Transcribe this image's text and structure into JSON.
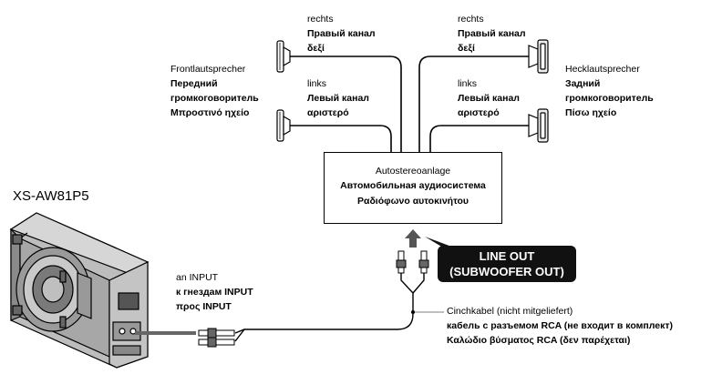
{
  "speakers": {
    "front_right": {
      "lines": [
        "rechts",
        "Правый канал",
        "δεξί"
      ]
    },
    "front_left": {
      "lines": [
        "links",
        "Левый канал",
        "αριστερό"
      ]
    },
    "front_group": {
      "lines": [
        "Frontlautsprecher",
        "Передний",
        "громкоговоритель",
        "Μπροστινό ηχείο"
      ]
    },
    "rear_right": {
      "lines": [
        "rechts",
        "Правый канал",
        "δεξί"
      ]
    },
    "rear_left": {
      "lines": [
        "links",
        "Левый канал",
        "αριστερό"
      ]
    },
    "rear_group": {
      "lines": [
        "Hecklautsprecher",
        "Задний",
        "громкоговоритель",
        "Πίσω ηχείο"
      ]
    }
  },
  "car_stereo": {
    "lines": [
      "Autostereoanlage",
      "Автомобильная аудиосистема",
      "Ραδιόφωνο αυτοκινήτου"
    ]
  },
  "line_out": {
    "lines": [
      "LINE OUT",
      "(SUBWOOFER OUT)"
    ]
  },
  "model": "XS-AW81P5",
  "input": {
    "lines": [
      "an INPUT",
      "к гнездам INPUT",
      "προς INPUT"
    ]
  },
  "cable": {
    "lines": [
      "Cinchkabel (nicht mitgeliefert)",
      "кабель с разъемом RCA (не входит в комплект)",
      "Καλώδιο βύσματος RCA (δεν παρέχεται)"
    ]
  }
}
